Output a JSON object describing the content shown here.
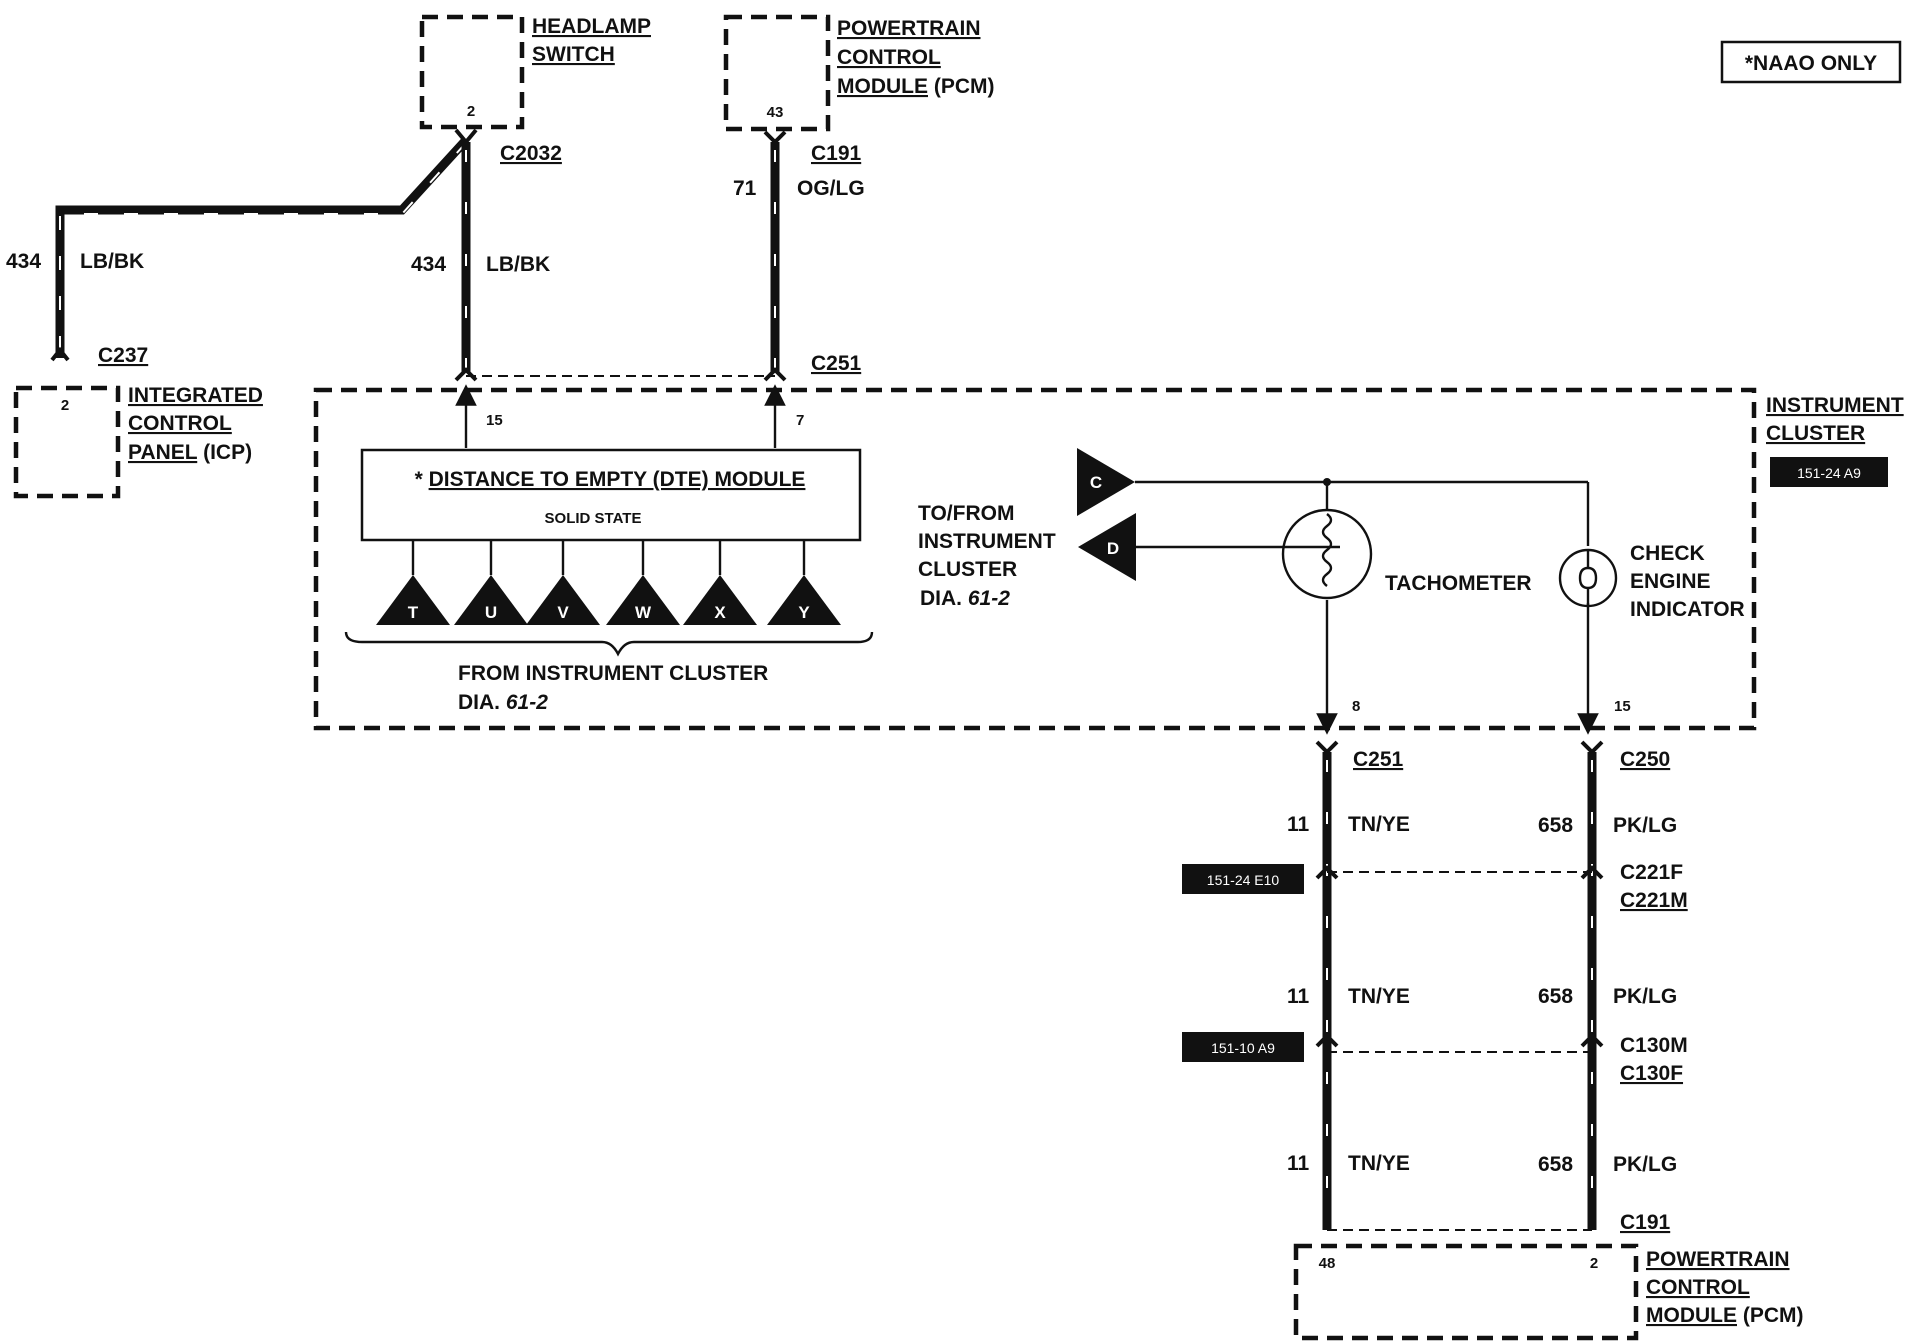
{
  "note": "*NAAO ONLY",
  "components": {
    "headlamp_switch": {
      "line1": "HEADLAMP",
      "line2": "SWITCH",
      "pin": "2"
    },
    "pcm_top": {
      "line1": "POWERTRAIN",
      "line2": "CONTROL",
      "line3": "MODULE",
      "line3b": "(PCM)",
      "pin": "43"
    },
    "icp": {
      "line1": "INTEGRATED",
      "line2": "CONTROL",
      "line3": "PANEL",
      "line3b": "(ICP)",
      "pin": "2"
    },
    "instrument_cluster": {
      "line1": "INSTRUMENT",
      "line2": "CLUSTER",
      "ref": "151-24 A9"
    },
    "dte_module": {
      "prefix": "*",
      "title": "DISTANCE TO EMPTY (DTE) MODULE",
      "subtitle": "SOLID STATE",
      "inputs": [
        "T",
        "U",
        "V",
        "W",
        "X",
        "Y"
      ],
      "pin_left": "15",
      "pin_right": "7"
    },
    "from_cluster": {
      "line1": "FROM INSTRUMENT CLUSTER",
      "dia": "DIA.",
      "dia_num": "61-2"
    },
    "to_from_cluster": {
      "line1": "TO/FROM",
      "line2": "INSTRUMENT",
      "line3": "CLUSTER",
      "dia": "DIA.",
      "dia_num": "61-2",
      "connectors": [
        "C",
        "D"
      ]
    },
    "tachometer": {
      "label": "TACHOMETER",
      "pin": "8"
    },
    "check_engine": {
      "line1": "CHECK",
      "line2": "ENGINE",
      "line3": "INDICATOR",
      "pin": "15"
    },
    "pcm_bottom": {
      "line1": "POWERTRAIN",
      "line2": "CONTROL",
      "line3": "MODULE",
      "line3b": "(PCM)",
      "pin_left": "48",
      "pin_right": "2"
    }
  },
  "connectors": {
    "c2032": "C2032",
    "c191_top": "C191",
    "c237": "C237",
    "c251_top": "C251",
    "c251_bottom": "C251",
    "c250": "C250",
    "c221f": "C221F",
    "c221m": "C221M",
    "c130m": "C130M",
    "c130f": "C130F",
    "c191_bottom": "C191"
  },
  "wires": {
    "icp_wire": {
      "circuit": "434",
      "color": "LB/BK"
    },
    "headlamp_wire": {
      "circuit": "434",
      "color": "LB/BK"
    },
    "pcm_wire": {
      "circuit": "71",
      "color": "OG/LG"
    },
    "tach_wire_1": {
      "circuit": "11",
      "color": "TN/YE"
    },
    "tach_wire_2": {
      "circuit": "11",
      "color": "TN/YE"
    },
    "tach_wire_3": {
      "circuit": "11",
      "color": "TN/YE"
    },
    "cel_wire_1": {
      "circuit": "658",
      "color": "PK/LG"
    },
    "cel_wire_2": {
      "circuit": "658",
      "color": "PK/LG"
    },
    "cel_wire_3": {
      "circuit": "658",
      "color": "PK/LG"
    }
  },
  "refs": {
    "c221_ref": "151-24 E10",
    "c130_ref": "151-10 A9"
  }
}
